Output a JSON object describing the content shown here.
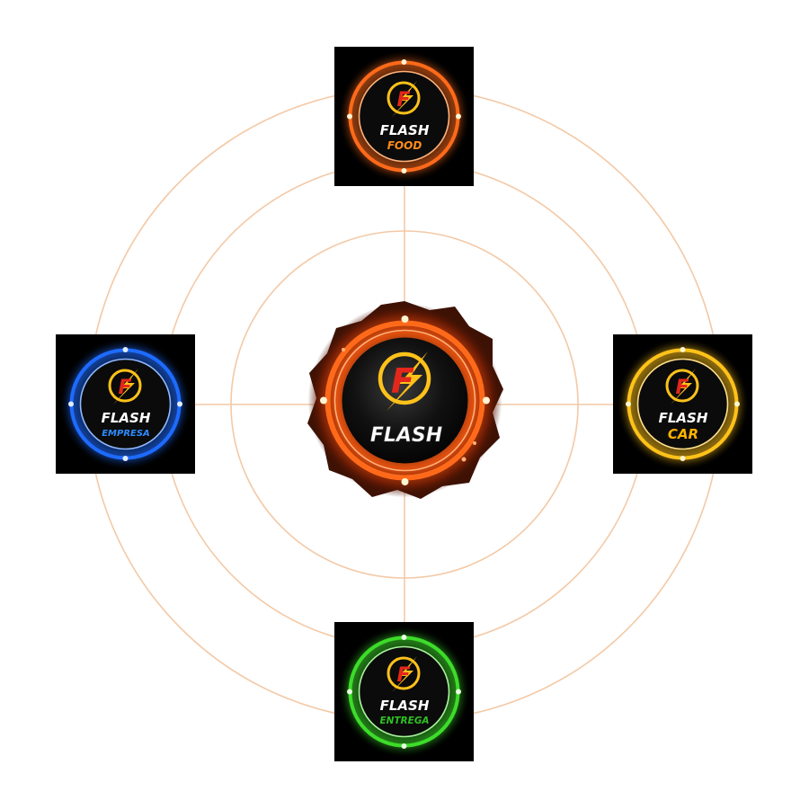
{
  "hub": {
    "brand": "FLASH",
    "letter": "F",
    "glow_color": "#ff6a1a"
  },
  "guide_color": "#f3c9a6",
  "nodes": [
    {
      "id": "food",
      "word1": "FLASH",
      "word2": "FOOD",
      "glow": "#ff6a1a",
      "accent": "#ff8c1a"
    },
    {
      "id": "empresa",
      "word1": "FLASH",
      "word2": "EMPRESA",
      "glow": "#1e6bff",
      "accent": "#2e8bff"
    },
    {
      "id": "car",
      "word1": "FLASH",
      "word2": "CAR",
      "glow": "#ffc21a",
      "accent": "#ffb300"
    },
    {
      "id": "entrega",
      "word1": "FLASH",
      "word2": "ENTREGA",
      "glow": "#3ddc2a",
      "accent": "#2fbf23"
    }
  ]
}
